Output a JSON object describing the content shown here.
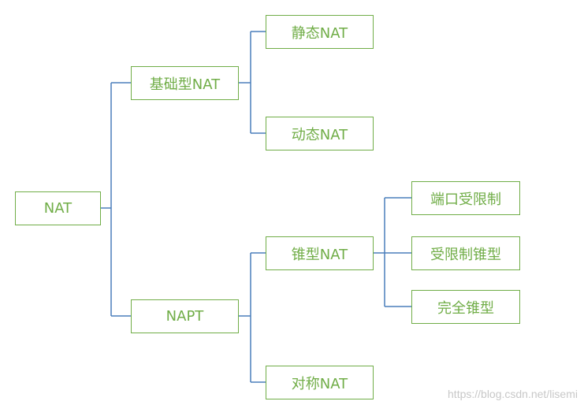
{
  "diagram": {
    "nodes": {
      "root": "NAT",
      "basic": "基础型NAT",
      "static": "静态NAT",
      "dynamic": "动态NAT",
      "napt": "NAPT",
      "cone": "锥型NAT",
      "port_restricted": "端口受限制",
      "restricted_cone": "受限制锥型",
      "full_cone": "完全锥型",
      "symmetric": "对称NAT"
    },
    "colors": {
      "box_border": "#70ad47",
      "text": "#70ad47",
      "connector": "#4a7ebb"
    }
  },
  "watermark": "https://blog.csdn.net/lisemi"
}
